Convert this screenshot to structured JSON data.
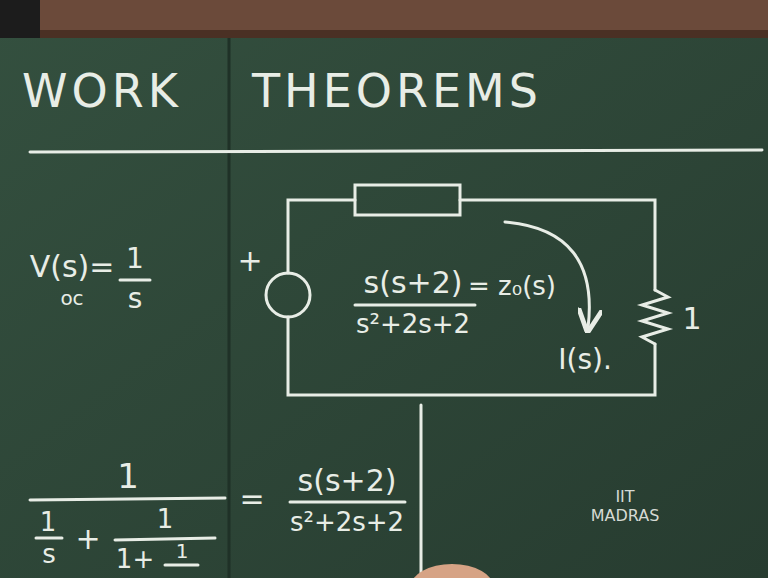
{
  "diagram": {
    "title": "WORK THEOREMS",
    "labels": [
      "V(s)=",
      "oc",
      "1",
      "s",
      "+",
      "s(s+2)",
      "s²+2s+2",
      "= z₀(s)",
      "I(s).",
      "1",
      "1",
      "1",
      "s",
      "+",
      "1",
      "1+",
      "1",
      "=",
      "s(s+2)",
      "s²+2s+2",
      "IIT",
      "MADRAS"
    ]
  }
}
